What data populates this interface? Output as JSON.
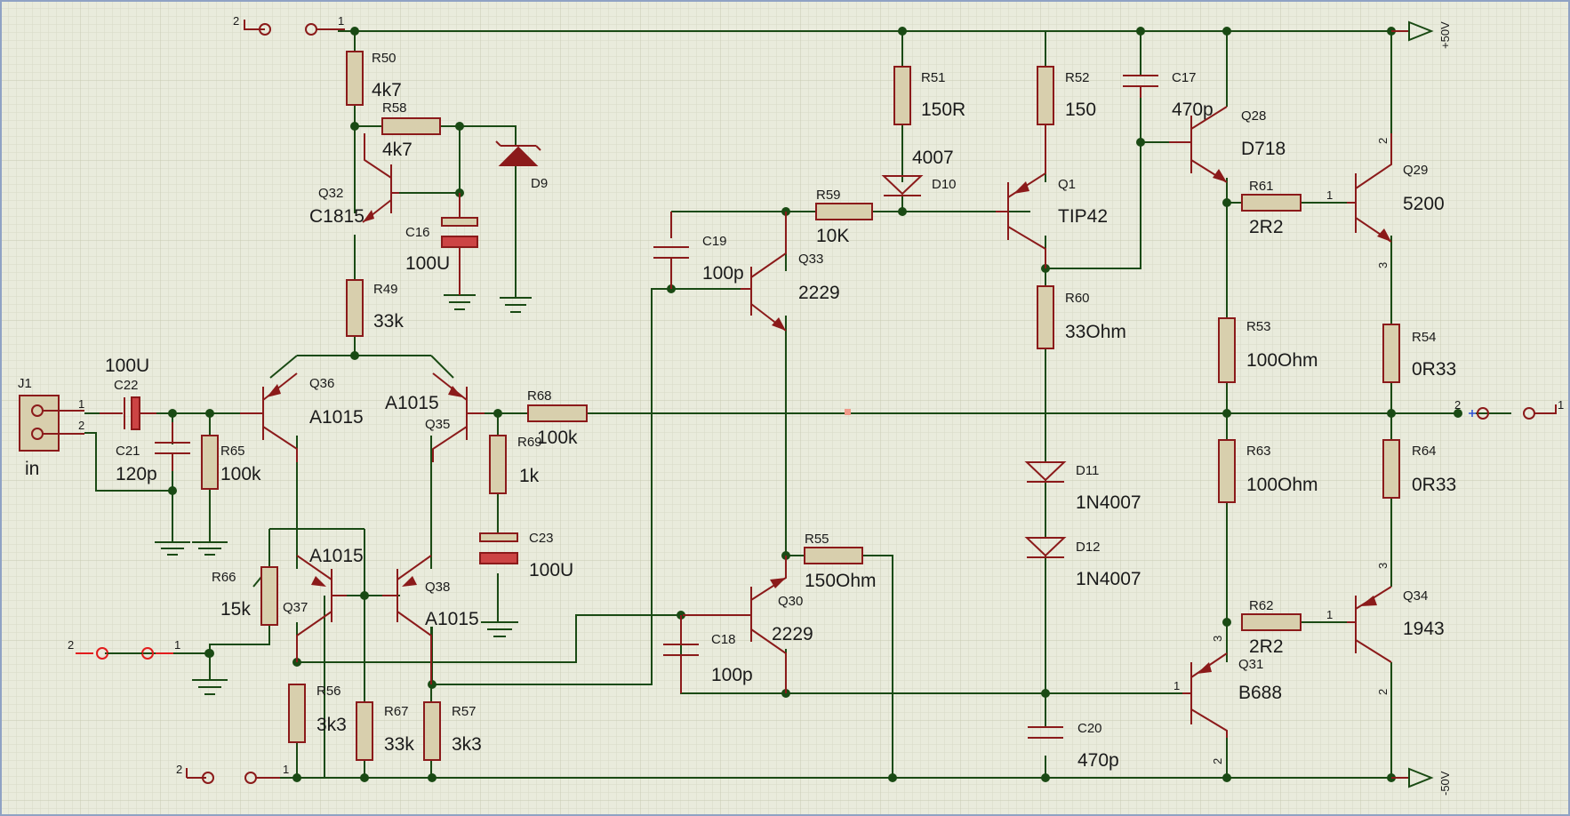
{
  "components": {
    "J1": {
      "ref": "J1",
      "val": "in"
    },
    "C22": {
      "ref": "C22",
      "val": "100U"
    },
    "C21": {
      "ref": "C21",
      "val": "120p"
    },
    "R65": {
      "ref": "R65",
      "val": "100k"
    },
    "R66": {
      "ref": "R66",
      "val": "15k"
    },
    "R50": {
      "ref": "R50",
      "val": "4k7"
    },
    "R58": {
      "ref": "R58",
      "val": "4k7"
    },
    "Q32": {
      "ref": "Q32",
      "val": "C1815"
    },
    "C16": {
      "ref": "C16",
      "val": "100U"
    },
    "D9": {
      "ref": "D9"
    },
    "R49": {
      "ref": "R49",
      "val": "33k"
    },
    "Q36": {
      "ref": "Q36",
      "val": "A1015"
    },
    "Q35": {
      "ref": "Q35",
      "val": "A1015"
    },
    "R68": {
      "ref": "R68",
      "val": "100k"
    },
    "R69": {
      "ref": "R69",
      "val": "1k"
    },
    "C23": {
      "ref": "C23",
      "val": "100U"
    },
    "Q37": {
      "ref": "Q37",
      "val": "A1015"
    },
    "Q38": {
      "ref": "Q38",
      "val": "A1015"
    },
    "R56": {
      "ref": "R56",
      "val": "3k3"
    },
    "R67": {
      "ref": "R67",
      "val": "33k"
    },
    "R57": {
      "ref": "R57",
      "val": "3k3"
    },
    "C19": {
      "ref": "C19",
      "val": "100p"
    },
    "Q33": {
      "ref": "Q33",
      "val": "2229"
    },
    "R59": {
      "ref": "R59",
      "val": "10K"
    },
    "R51": {
      "ref": "R51",
      "val": "150R"
    },
    "D10": {
      "ref": "D10",
      "val": "4007"
    },
    "R55": {
      "ref": "R55",
      "val": "150Ohm"
    },
    "Q30": {
      "ref": "Q30",
      "val": "2229"
    },
    "C18": {
      "ref": "C18",
      "val": "100p"
    },
    "R52": {
      "ref": "R52",
      "val": "150"
    },
    "Q1": {
      "ref": "Q1",
      "val": "TIP42"
    },
    "R60": {
      "ref": "R60",
      "val": "33Ohm"
    },
    "D11": {
      "ref": "D11",
      "val": "1N4007"
    },
    "D12": {
      "ref": "D12",
      "val": "1N4007"
    },
    "C20": {
      "ref": "C20",
      "val": "470p"
    },
    "C17": {
      "ref": "C17",
      "val": "470p"
    },
    "Q28": {
      "ref": "Q28",
      "val": "D718"
    },
    "R61": {
      "ref": "R61",
      "val": "2R2"
    },
    "R53": {
      "ref": "R53",
      "val": "100Ohm"
    },
    "R63": {
      "ref": "R63",
      "val": "100Ohm"
    },
    "R62": {
      "ref": "R62",
      "val": "2R2"
    },
    "Q31": {
      "ref": "Q31",
      "val": "B688"
    },
    "Q29": {
      "ref": "Q29",
      "val": "5200"
    },
    "R54": {
      "ref": "R54",
      "val": "0R33"
    },
    "R64": {
      "ref": "R64",
      "val": "0R33"
    },
    "Q34": {
      "ref": "Q34",
      "val": "1943"
    }
  },
  "rails": {
    "pos": "+50V",
    "neg": "-50V"
  },
  "colors": {
    "background": "#e9ebdc",
    "grid": "#cfd3bd",
    "wire": "#1a4a14",
    "component": "#8b1a1a",
    "body": "#d8cfad",
    "highlight": "#e21c1c"
  }
}
